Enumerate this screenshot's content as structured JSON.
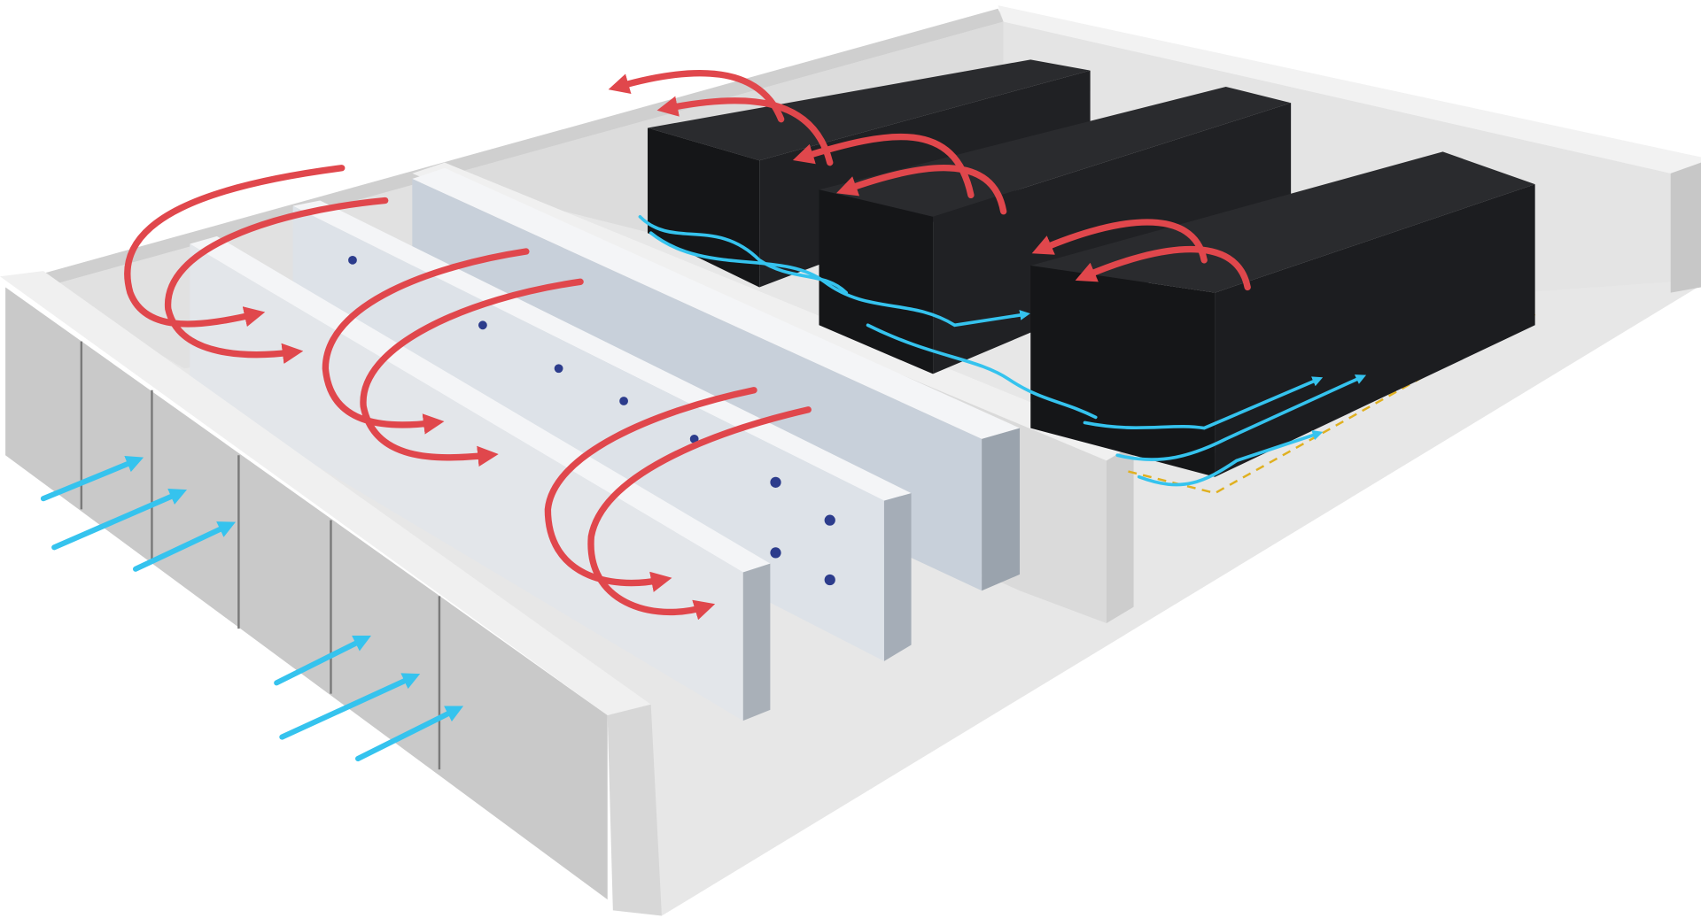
{
  "diagram": {
    "subject": "data-center-air-cooling-illustration",
    "colors": {
      "hot_air_arrow": "#e0474c",
      "cold_air_arrow": "#35c3ee",
      "server_rack": "#1c1d20",
      "air_handler_unit": "#dfe3e8",
      "fan": "#2c3c8c",
      "wall": "#d9d9d9",
      "floor": "#e6e6e6",
      "floor_marking": "#e0b020"
    },
    "icons": [
      "hot-air-arrow",
      "cold-air-arrow",
      "server-rack",
      "air-handler-unit",
      "louvre-intake"
    ]
  }
}
